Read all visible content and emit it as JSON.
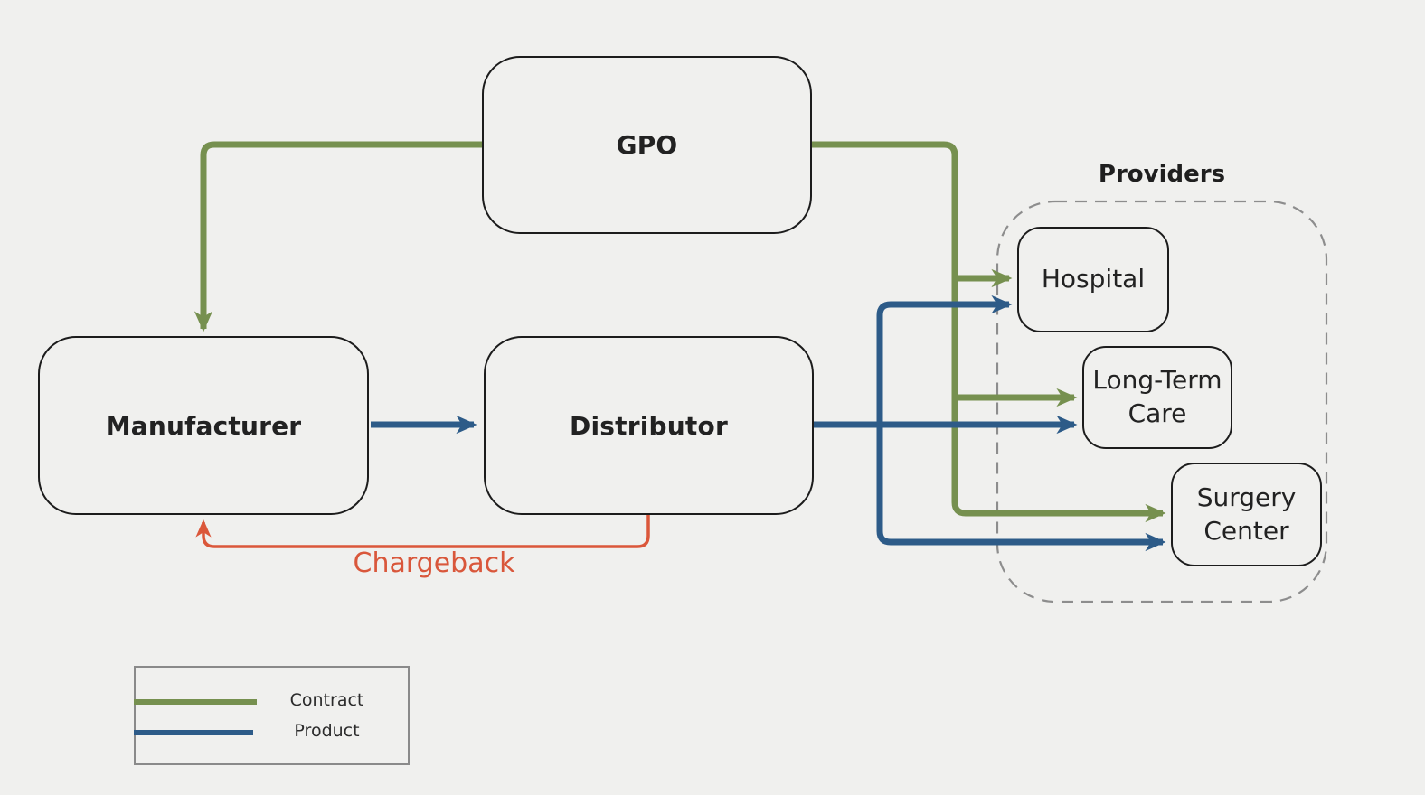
{
  "diagram": {
    "nodes": {
      "gpo": {
        "label": "GPO"
      },
      "manufacturer": {
        "label": "Manufacturer"
      },
      "distributor": {
        "label": "Distributor"
      },
      "hospital": {
        "label": "Hospital"
      },
      "long_term_care": {
        "label": "Long-Term Care"
      },
      "surgery_center": {
        "label": "Surgery Center"
      }
    },
    "group": {
      "label": "Providers"
    },
    "edge_labels": {
      "chargeback": "Chargeback"
    },
    "edges": [
      {
        "from": "GPO",
        "to": "Manufacturer",
        "type": "contract"
      },
      {
        "from": "GPO",
        "to": "Hospital",
        "type": "contract"
      },
      {
        "from": "GPO",
        "to": "Long-Term Care",
        "type": "contract"
      },
      {
        "from": "GPO",
        "to": "Surgery Center",
        "type": "contract"
      },
      {
        "from": "Manufacturer",
        "to": "Distributor",
        "type": "product"
      },
      {
        "from": "Distributor",
        "to": "Hospital",
        "type": "product"
      },
      {
        "from": "Distributor",
        "to": "Long-Term Care",
        "type": "product"
      },
      {
        "from": "Distributor",
        "to": "Surgery Center",
        "type": "product"
      },
      {
        "from": "Distributor",
        "to": "Manufacturer",
        "type": "chargeback",
        "label": "Chargeback"
      }
    ],
    "colors": {
      "contract": "#76904F",
      "product": "#2D5B88",
      "chargeback": "#DB573A",
      "node_border": "#1C1C1C",
      "group_border": "#8D8D8D",
      "background": "#F0F0EE",
      "text": "#222222"
    },
    "legend": {
      "items": [
        {
          "label": "Contract",
          "color": "#76904F"
        },
        {
          "label": "Product",
          "color": "#2D5B88"
        }
      ]
    }
  }
}
